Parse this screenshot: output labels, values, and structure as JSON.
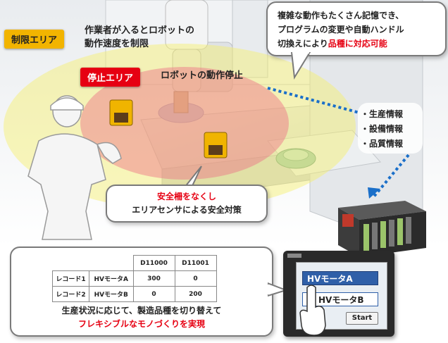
{
  "zones": {
    "restricted_tag": "制限エリア",
    "restricted_desc": [
      "作業者が入るとロボットの",
      "動作速度を制限"
    ],
    "stop_tag": "停止エリア",
    "stop_desc": "ロボットの動作停止"
  },
  "memory_bubble": {
    "line1": "複雑な動作もたくさん記憶でき、",
    "line2": "プログラムの変更や自動ハンドル",
    "line3_plain": "切換えにより",
    "line3_red": "品種に対応可能"
  },
  "info_list": [
    "・生産情報",
    "・設備情報",
    "・品質情報"
  ],
  "safety_bubble": {
    "line1_red": "安全柵をなくし",
    "line2": "エリアセンサによる安全対策"
  },
  "recipe_table": {
    "headers": [
      "",
      "",
      "D11000",
      "D11001"
    ],
    "rows": [
      [
        "レコード1",
        "HVモータA",
        "300",
        "0"
      ],
      [
        "レコード2",
        "HVモータB",
        "0",
        "200"
      ]
    ]
  },
  "bottom_bubble": {
    "line1": "生産状況に応じて、製造品種を切り替えて",
    "line2_red": "フレキシブルなモノづくりを実現"
  },
  "hmi": {
    "button_a": "HVモータA",
    "button_b": "HVモータB",
    "start": "Start"
  },
  "colors": {
    "restricted": "#f2b400",
    "stop": "#e60012",
    "accent_red": "#e60012",
    "hmi_blue": "#2f5fa8",
    "dotted_link": "#1a6fc9"
  }
}
